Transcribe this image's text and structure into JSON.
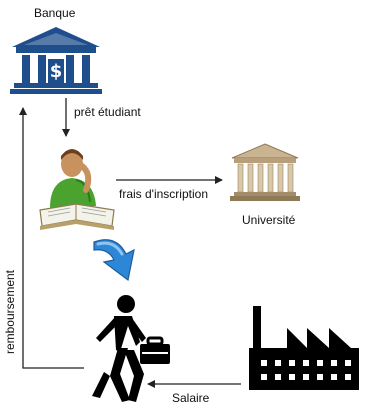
{
  "labels": {
    "bank": "Banque",
    "student_loan": "prêt étudiant",
    "tuition": "frais d'inscription",
    "university": "Université",
    "repayment": "remboursement",
    "salary": "Salaire"
  },
  "icons": {
    "bank": "bank-building-icon",
    "student": "student-reading-icon",
    "university": "university-building-icon",
    "worker": "worker-with-briefcase-icon",
    "factory": "factory-icon",
    "transition": "blue-curved-arrow-icon"
  },
  "colors": {
    "bank_blue": "#1f4e8c",
    "arrow_blue": "#2e86d6",
    "student_green": "#4aa32f",
    "university_tan": "#b89f7c",
    "line": "#222222"
  }
}
